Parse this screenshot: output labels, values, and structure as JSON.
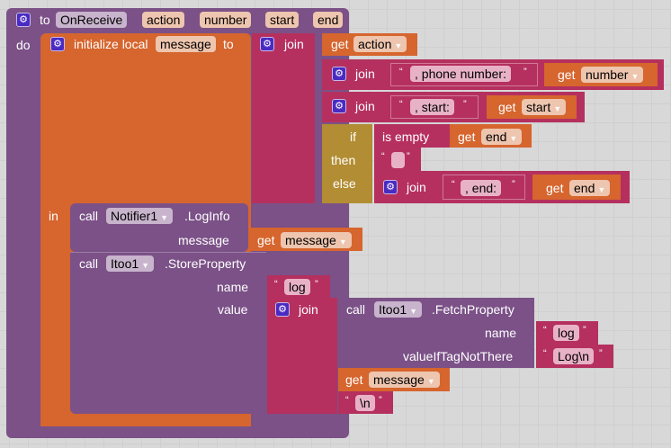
{
  "event": {
    "keyword_to": "to",
    "name": "OnReceive",
    "params": [
      "action",
      "number",
      "start",
      "end"
    ],
    "keyword_do": "do"
  },
  "init_local": {
    "label": "initialize local",
    "var": "message",
    "keyword_to": "to",
    "keyword_in": "in"
  },
  "join_main": {
    "label": "join",
    "get1": {
      "label": "get",
      "var": "action"
    },
    "join_phone": {
      "label": "join",
      "text": ", phone number: ",
      "get_label": "get",
      "get_var": "number"
    },
    "join_start": {
      "label": "join",
      "text": ", start: ",
      "get_label": "get",
      "get_var": "start"
    },
    "if_block": {
      "if": "if",
      "then": "then",
      "else": "else",
      "is_empty": "is empty",
      "get_label": "get",
      "get_var": "end",
      "then_text": "",
      "else_join": "join",
      "else_text": ", end: ",
      "else_get_label": "get",
      "else_get_var": "end"
    }
  },
  "log_info": {
    "call": "call",
    "component": "Notifier1",
    "method": ".LogInfo",
    "arg": "message",
    "get_label": "get",
    "get_var": "message"
  },
  "store": {
    "call": "call",
    "component": "Itoo1",
    "method": ".StoreProperty",
    "name_label": "name",
    "name_val": "log",
    "value_label": "value",
    "join": "join",
    "fetch": {
      "call": "call",
      "component": "Itoo1",
      "method": ".FetchProperty",
      "name_label": "name",
      "name_val": "log",
      "default_label": "valueIfTagNotThere",
      "default_val": "Log\\n"
    },
    "get_label": "get",
    "get_var": "message",
    "newline": "\\n"
  },
  "colors": {
    "procedure": "#7b5187",
    "variable": "#d6652e",
    "text": "#b5305e",
    "control": "#b28d33",
    "mutator": "#4a2bc2"
  }
}
